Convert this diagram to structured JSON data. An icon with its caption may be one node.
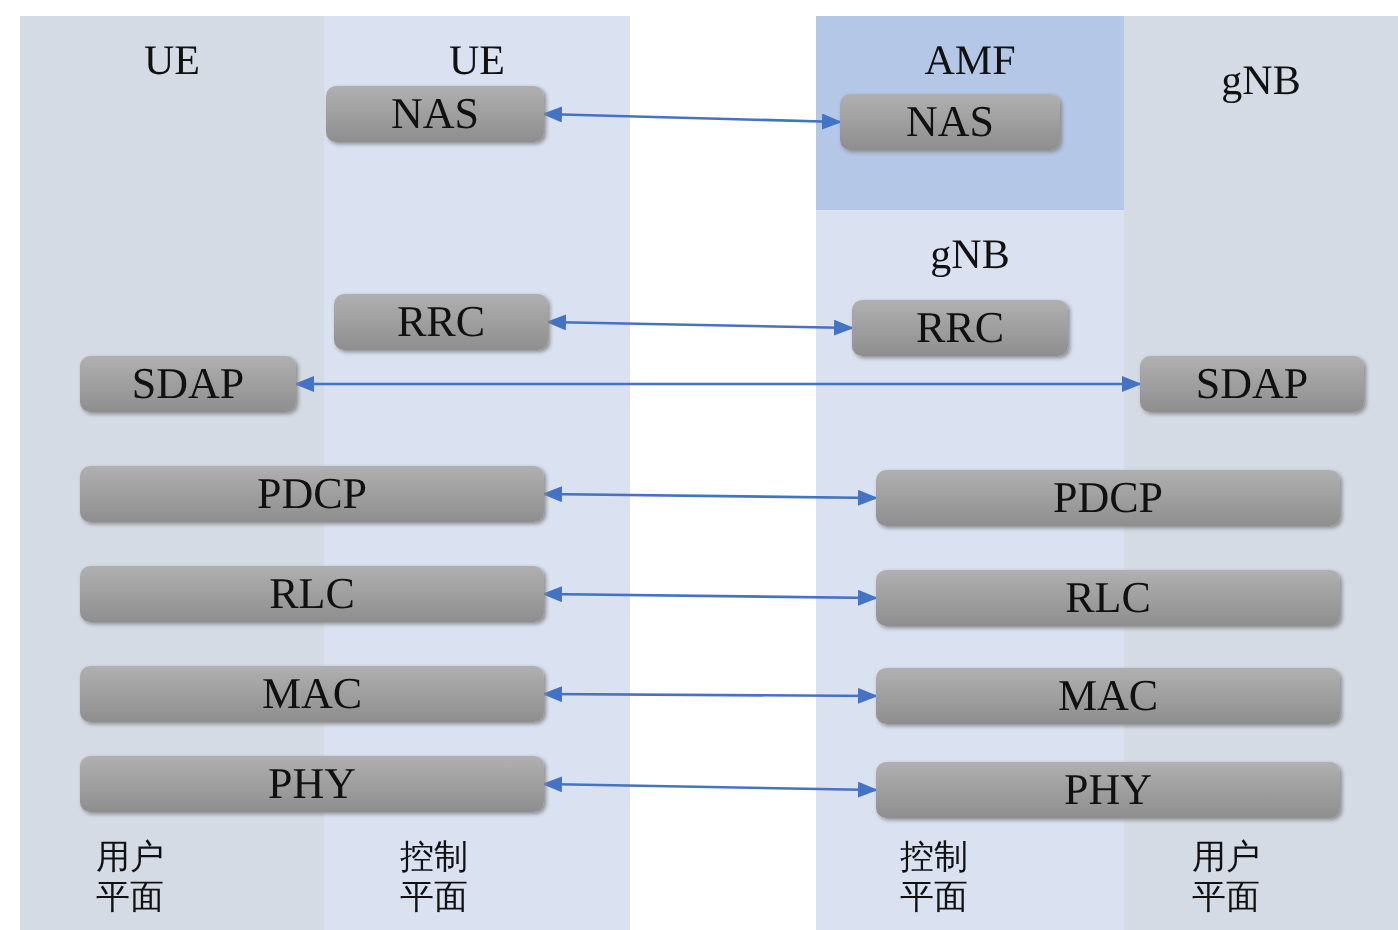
{
  "diagram": {
    "nodes": [
      {
        "text": [
          "UE",
          "用户平面"
        ]
      },
      {
        "text": [
          "UE",
          "控制平面"
        ]
      },
      {
        "text": [
          "AMF"
        ]
      },
      {
        "text": [
          "gNB",
          "控制平面"
        ]
      },
      {
        "text": [
          "gNB",
          "用户平面"
        ]
      },
      {
        "text": [
          "NAS"
        ],
        "in": 1
      },
      {
        "text": [
          "RRC"
        ],
        "in": 1
      },
      {
        "text": [
          "SDAP"
        ],
        "in": 0
      },
      {
        "text": [
          "PDCP"
        ]
      },
      {
        "text": [
          "RLC"
        ]
      },
      {
        "text": [
          "MAC"
        ]
      },
      {
        "text": [
          "PHY"
        ]
      },
      {
        "text": [
          "NAS"
        ],
        "in": 2
      },
      {
        "text": [
          "RRC"
        ],
        "in": 3
      },
      {
        "text": [
          "SDAP"
        ],
        "in": 4
      },
      {
        "text": [
          "PDCP"
        ]
      },
      {
        "text": [
          "RLC"
        ]
      },
      {
        "text": [
          "MAC"
        ]
      },
      {
        "text": [
          "PHY"
        ]
      }
    ],
    "edges": [
      {
        "from": 5,
        "to": 12,
        "arrow": "both"
      },
      {
        "from": 6,
        "to": 13,
        "arrow": "both"
      },
      {
        "from": 7,
        "to": 14,
        "arrow": "both"
      },
      {
        "from": 8,
        "to": 15,
        "arrow": "both"
      },
      {
        "from": 9,
        "to": 16,
        "arrow": "both"
      },
      {
        "from": 10,
        "to": 17,
        "arrow": "both"
      },
      {
        "from": 11,
        "to": 18,
        "arrow": "both"
      }
    ]
  }
}
